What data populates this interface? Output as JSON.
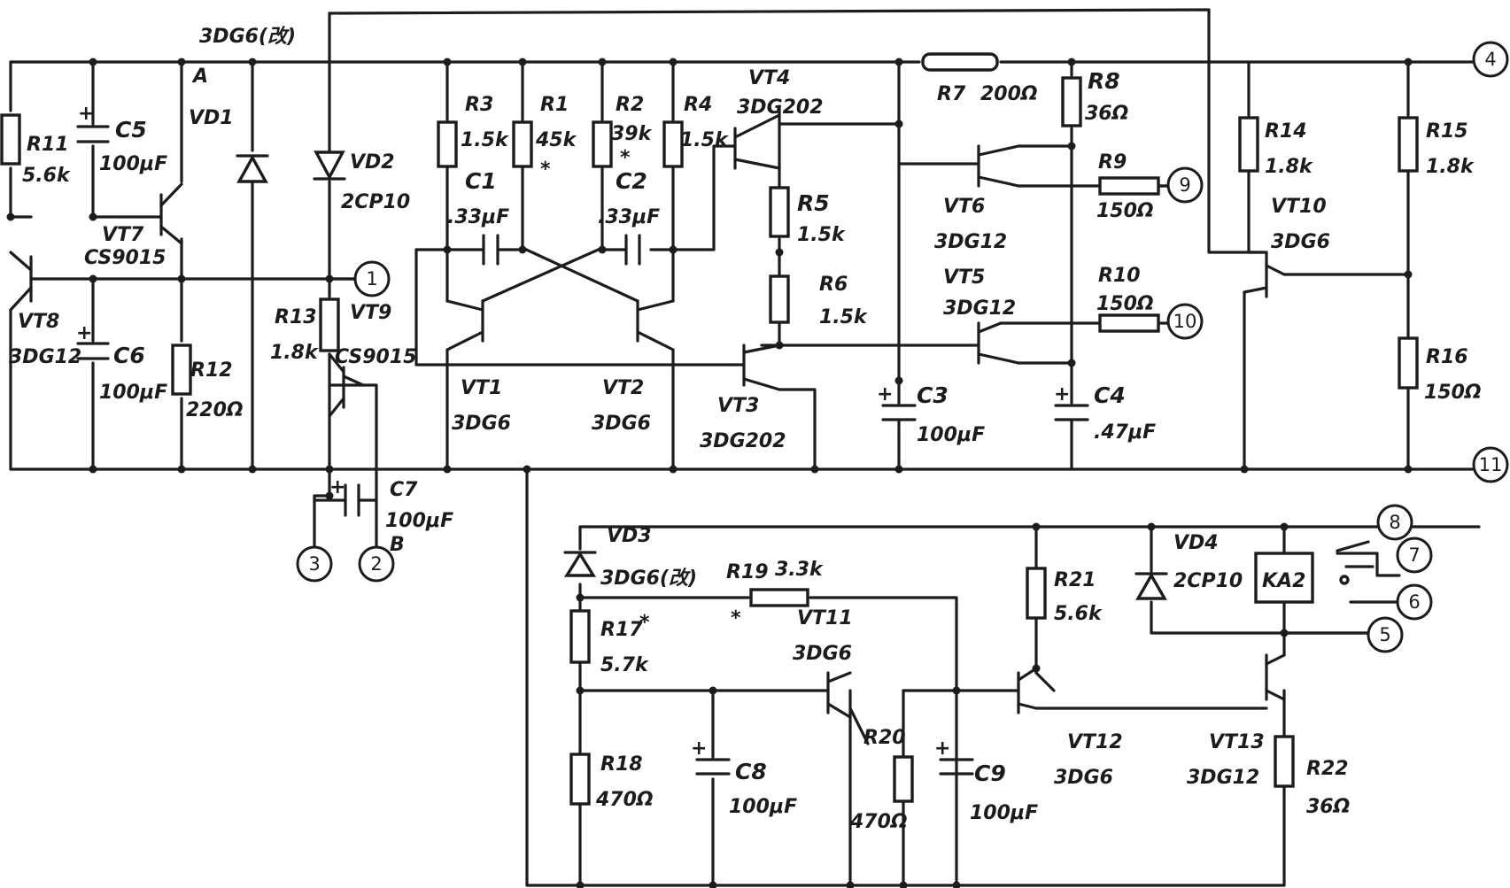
{
  "labels": {
    "mod_a": "3DG6(改)",
    "mod_b": "3DG6(改)",
    "point_a": "A",
    "point_b": "B",
    "vd1": "VD1",
    "vd2": "VD2",
    "vd2_val": "2CP10",
    "vd3": "VD3",
    "vd4": "VD4",
    "vd4_val": "2CP10",
    "r1": "R1",
    "r1_val": "45k",
    "r2": "R2",
    "r2_val": "39k",
    "r3": "R3",
    "r3_val": "1.5k",
    "r4": "R4",
    "r4_val": "1.5k",
    "r5": "R5",
    "r5_val": "1.5k",
    "r6": "R6",
    "r6_val": "1.5k",
    "r7": "R7",
    "r7_val": "200Ω",
    "r8": "R8",
    "r8_val": "36Ω",
    "r9": "R9",
    "r9_val": "150Ω",
    "r10": "R10",
    "r10_val": "150Ω",
    "r11": "R11",
    "r11_val": "5.6k",
    "r12": "R12",
    "r12_val": "220Ω",
    "r13": "R13",
    "r13_val": "1.8k",
    "r14": "R14",
    "r14_val": "1.8k",
    "r15": "R15",
    "r15_val": "1.8k",
    "r16": "R16",
    "r16_val": "150Ω",
    "r17": "R17",
    "r17_val": "5.7k",
    "r18": "R18",
    "r18_val": "470Ω",
    "r19": "R19",
    "r19_val": "3.3k",
    "r20": "R20",
    "r20_val": "470Ω",
    "r21": "R21",
    "r21_val": "5.6k",
    "r22": "R22",
    "r22_val": "36Ω",
    "c1": "C1",
    "c1_val": ".33μF",
    "c2": "C2",
    "c2_val": ".33μF",
    "c3": "C3",
    "c3_val": "100μF",
    "c4": "C4",
    "c4_val": ".47μF",
    "c5": "C5",
    "c5_val": "100μF",
    "c6": "C6",
    "c6_val": "100μF",
    "c7": "C7",
    "c7_val": "100μF",
    "c8": "C8",
    "c8_val": "100μF",
    "c9": "C9",
    "c9_val": "100μF",
    "vt1": "VT1",
    "vt1_val": "3DG6",
    "vt2": "VT2",
    "vt2_val": "3DG6",
    "vt3": "VT3",
    "vt3_val": "3DG202",
    "vt4": "VT4",
    "vt4_val": "3DG202",
    "vt5": "VT5",
    "vt5_val": "3DG12",
    "vt6": "VT6",
    "vt6_val": "3DG12",
    "vt7": "VT7",
    "vt7_val": "CS9015",
    "vt8": "VT8",
    "vt8_val": "3DG12",
    "vt9": "VT9",
    "vt9_val": "CS9015",
    "vt10": "VT10",
    "vt10_val": "3DG6",
    "vt11": "VT11",
    "vt11_val": "3DG6",
    "vt12": "VT12",
    "vt12_val": "3DG6",
    "vt13": "VT13",
    "vt13_val": "3DG12",
    "ka2": "KA2",
    "star": "*"
  },
  "terminals": {
    "t1": "1",
    "t2": "2",
    "t3": "3",
    "t4": "4",
    "t5": "5",
    "t6": "6",
    "t7": "7",
    "t8": "8",
    "t9": "9",
    "t10": "10",
    "t11": "11"
  }
}
